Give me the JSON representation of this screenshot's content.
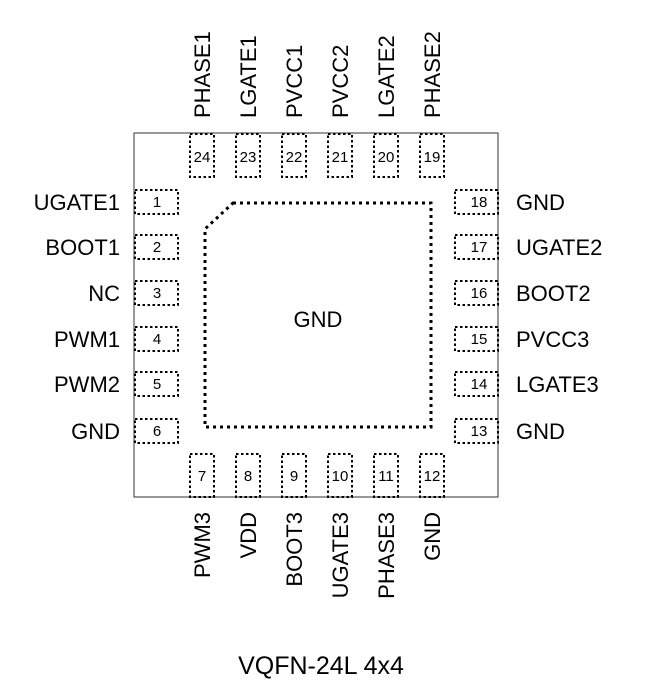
{
  "package_label": "VQFN-24L 4x4",
  "exposed_pad_label": "GND",
  "pins": {
    "left": [
      {
        "num": "1",
        "name": "UGATE1"
      },
      {
        "num": "2",
        "name": "BOOT1"
      },
      {
        "num": "3",
        "name": "NC"
      },
      {
        "num": "4",
        "name": "PWM1"
      },
      {
        "num": "5",
        "name": "PWM2"
      },
      {
        "num": "6",
        "name": "GND"
      }
    ],
    "bottom": [
      {
        "num": "7",
        "name": "PWM3"
      },
      {
        "num": "8",
        "name": "VDD"
      },
      {
        "num": "9",
        "name": "BOOT3"
      },
      {
        "num": "10",
        "name": "UGATE3"
      },
      {
        "num": "11",
        "name": "PHASE3"
      },
      {
        "num": "12",
        "name": "GND"
      }
    ],
    "right": [
      {
        "num": "13",
        "name": "GND"
      },
      {
        "num": "14",
        "name": "LGATE3"
      },
      {
        "num": "15",
        "name": "PVCC3"
      },
      {
        "num": "16",
        "name": "BOOT2"
      },
      {
        "num": "17",
        "name": "UGATE2"
      },
      {
        "num": "18",
        "name": "GND"
      }
    ],
    "top": [
      {
        "num": "19",
        "name": "PHASE2"
      },
      {
        "num": "20",
        "name": "LGATE2"
      },
      {
        "num": "21",
        "name": "PVCC2"
      },
      {
        "num": "22",
        "name": "PVCC1"
      },
      {
        "num": "23",
        "name": "LGATE1"
      },
      {
        "num": "24",
        "name": "PHASE1"
      }
    ]
  }
}
